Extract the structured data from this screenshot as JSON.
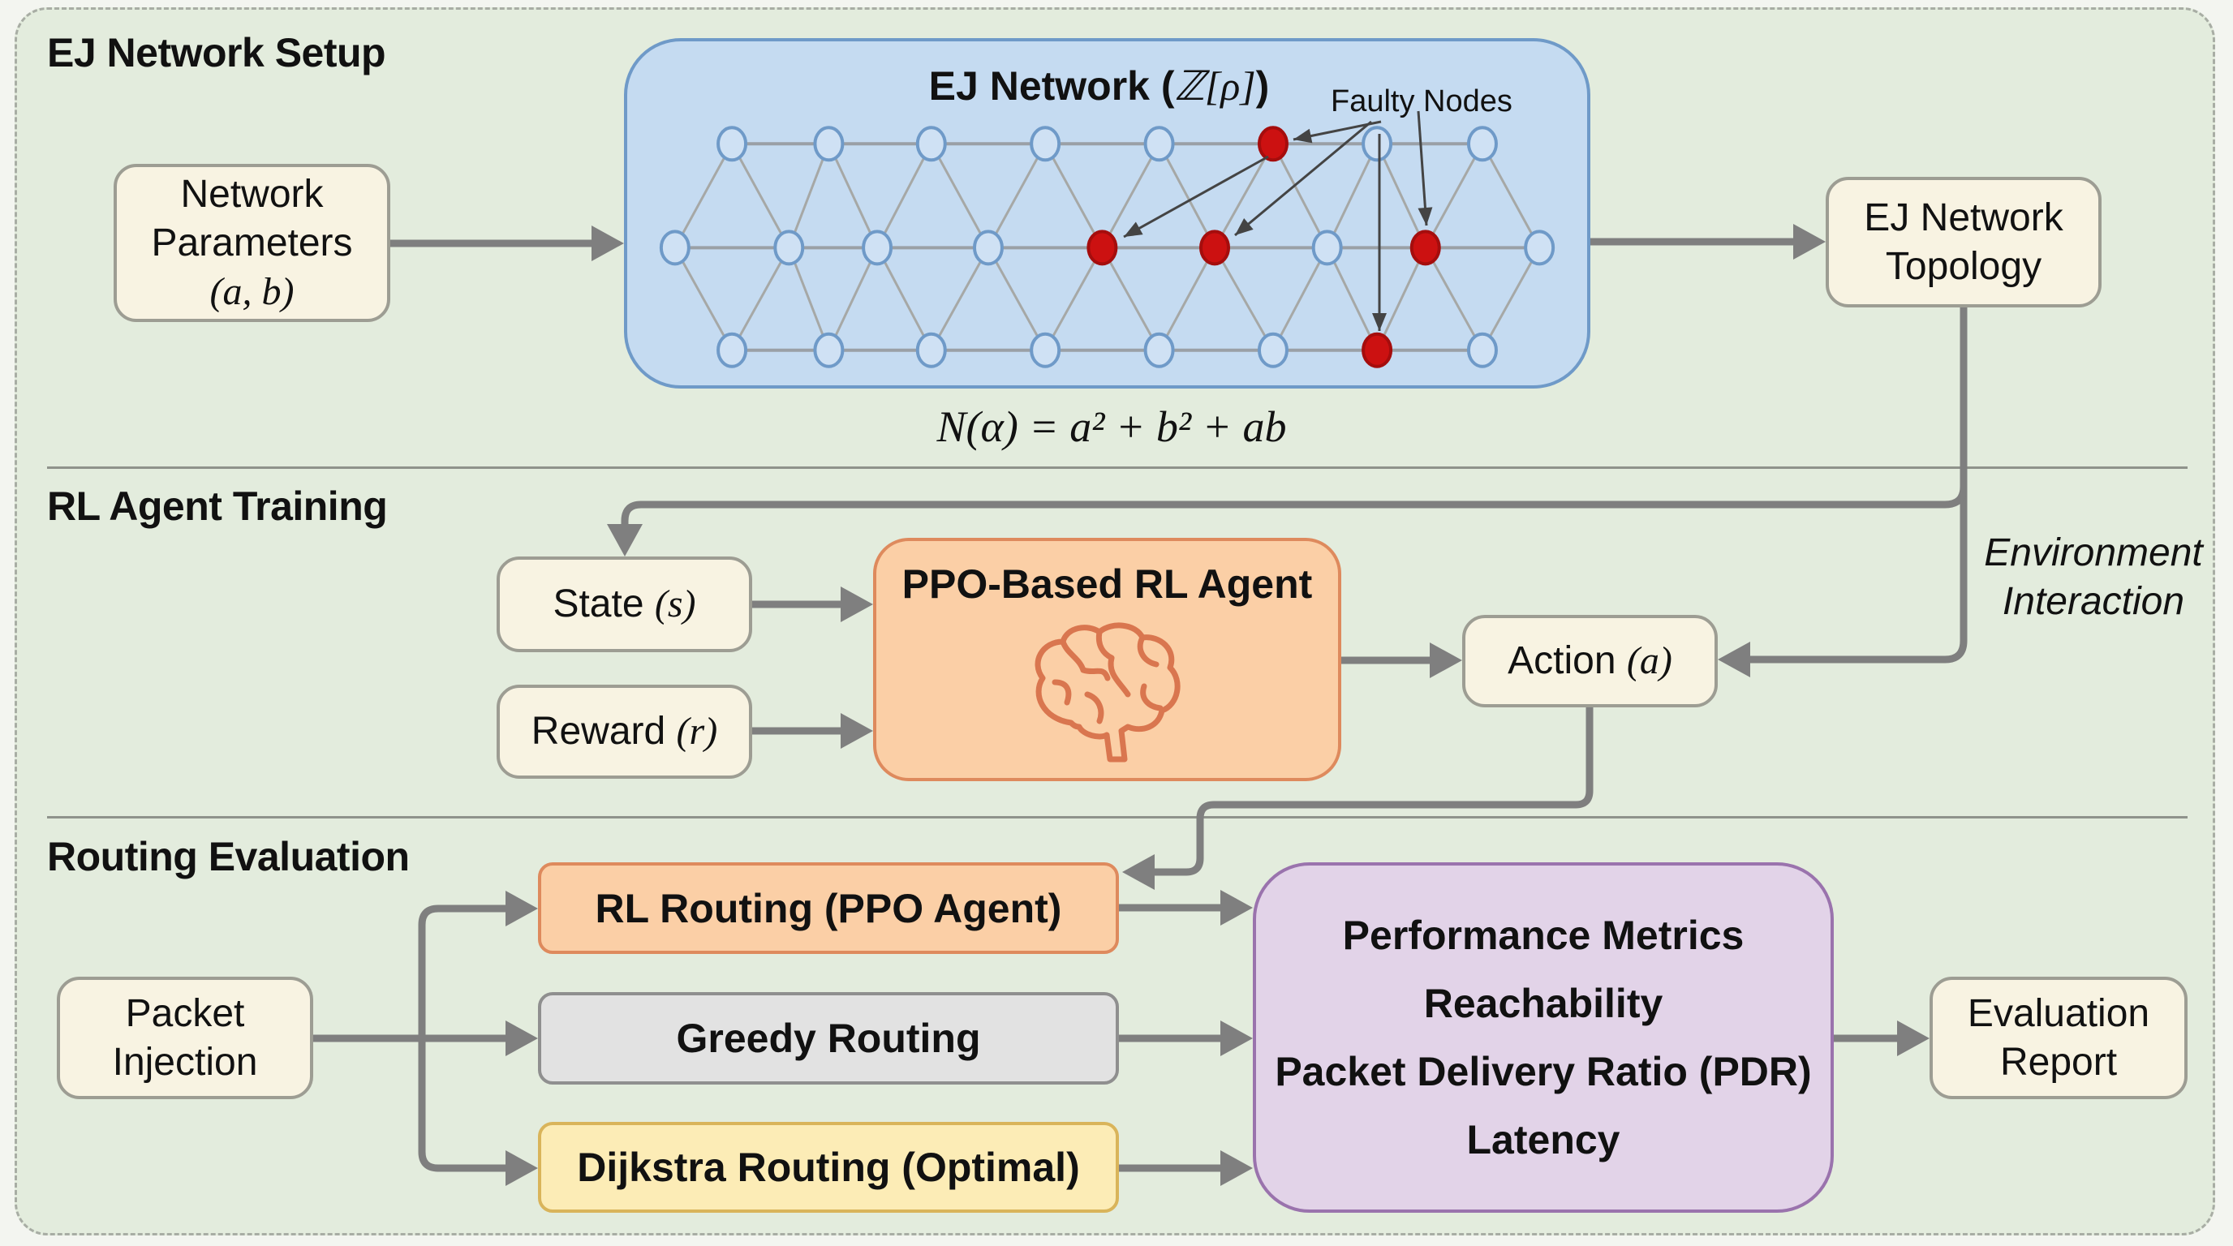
{
  "sections": {
    "setup": {
      "title": "EJ Network Setup"
    },
    "training": {
      "title": "RL Agent Training"
    },
    "evaluation": {
      "title": "Routing Evaluation"
    }
  },
  "setup": {
    "params_box": {
      "line1": "Network",
      "line2": "Parameters",
      "math": "(a, b)"
    },
    "network_box": {
      "title": "EJ Network (",
      "title_math": "ℤ[ρ]",
      "title_end": ")",
      "faulty_label": "Faulty Nodes",
      "nodes": {
        "top": [
          false,
          false,
          false,
          false,
          false,
          true,
          false,
          false
        ],
        "middle": [
          false,
          false,
          false,
          false,
          true,
          true,
          false,
          true,
          false
        ],
        "bottom": [
          false,
          false,
          false,
          false,
          false,
          false,
          true,
          false
        ]
      }
    },
    "formula": "N(α) = a² + b² + ab",
    "topology_box": {
      "line1": "EJ Network",
      "line2": "Topology"
    }
  },
  "training": {
    "state_box": {
      "label": "State ",
      "math": "(s)"
    },
    "reward_box": {
      "label": "Reward ",
      "math": "(r)"
    },
    "agent_box": {
      "title": "PPO-Based RL Agent",
      "icon": "brain-icon"
    },
    "action_box": {
      "label": "Action ",
      "math": "(a)"
    },
    "env_label": {
      "line1": "Environment",
      "line2": "Interaction"
    }
  },
  "evaluation": {
    "injection_box": {
      "line1": "Packet",
      "line2": "Injection"
    },
    "rl_routing": "RL Routing (PPO Agent)",
    "greedy_routing": "Greedy Routing",
    "dijkstra_routing": "Dijkstra Routing (Optimal)",
    "metrics": {
      "title": "Performance Metrics",
      "items": [
        "Reachability",
        "Packet Delivery Ratio (PDR)",
        "Latency"
      ]
    },
    "report_box": {
      "line1": "Evaluation",
      "line2": "Report"
    }
  },
  "colors": {
    "background": "#e3ecdd",
    "cream_box": "#f8f3e2",
    "network_blue": "#c5dbf1",
    "network_border": "#6f9ac8",
    "faulty_node": "#cc1111",
    "agent_orange": "#fbcfa6",
    "agent_border": "#de8a5d",
    "greedy_gray": "#e2e2e2",
    "dijkstra_yellow": "#fcecb6",
    "metrics_purple": "#e2d3e8",
    "metrics_border": "#9a73ad",
    "arrow_gray": "#7f7f7f"
  }
}
